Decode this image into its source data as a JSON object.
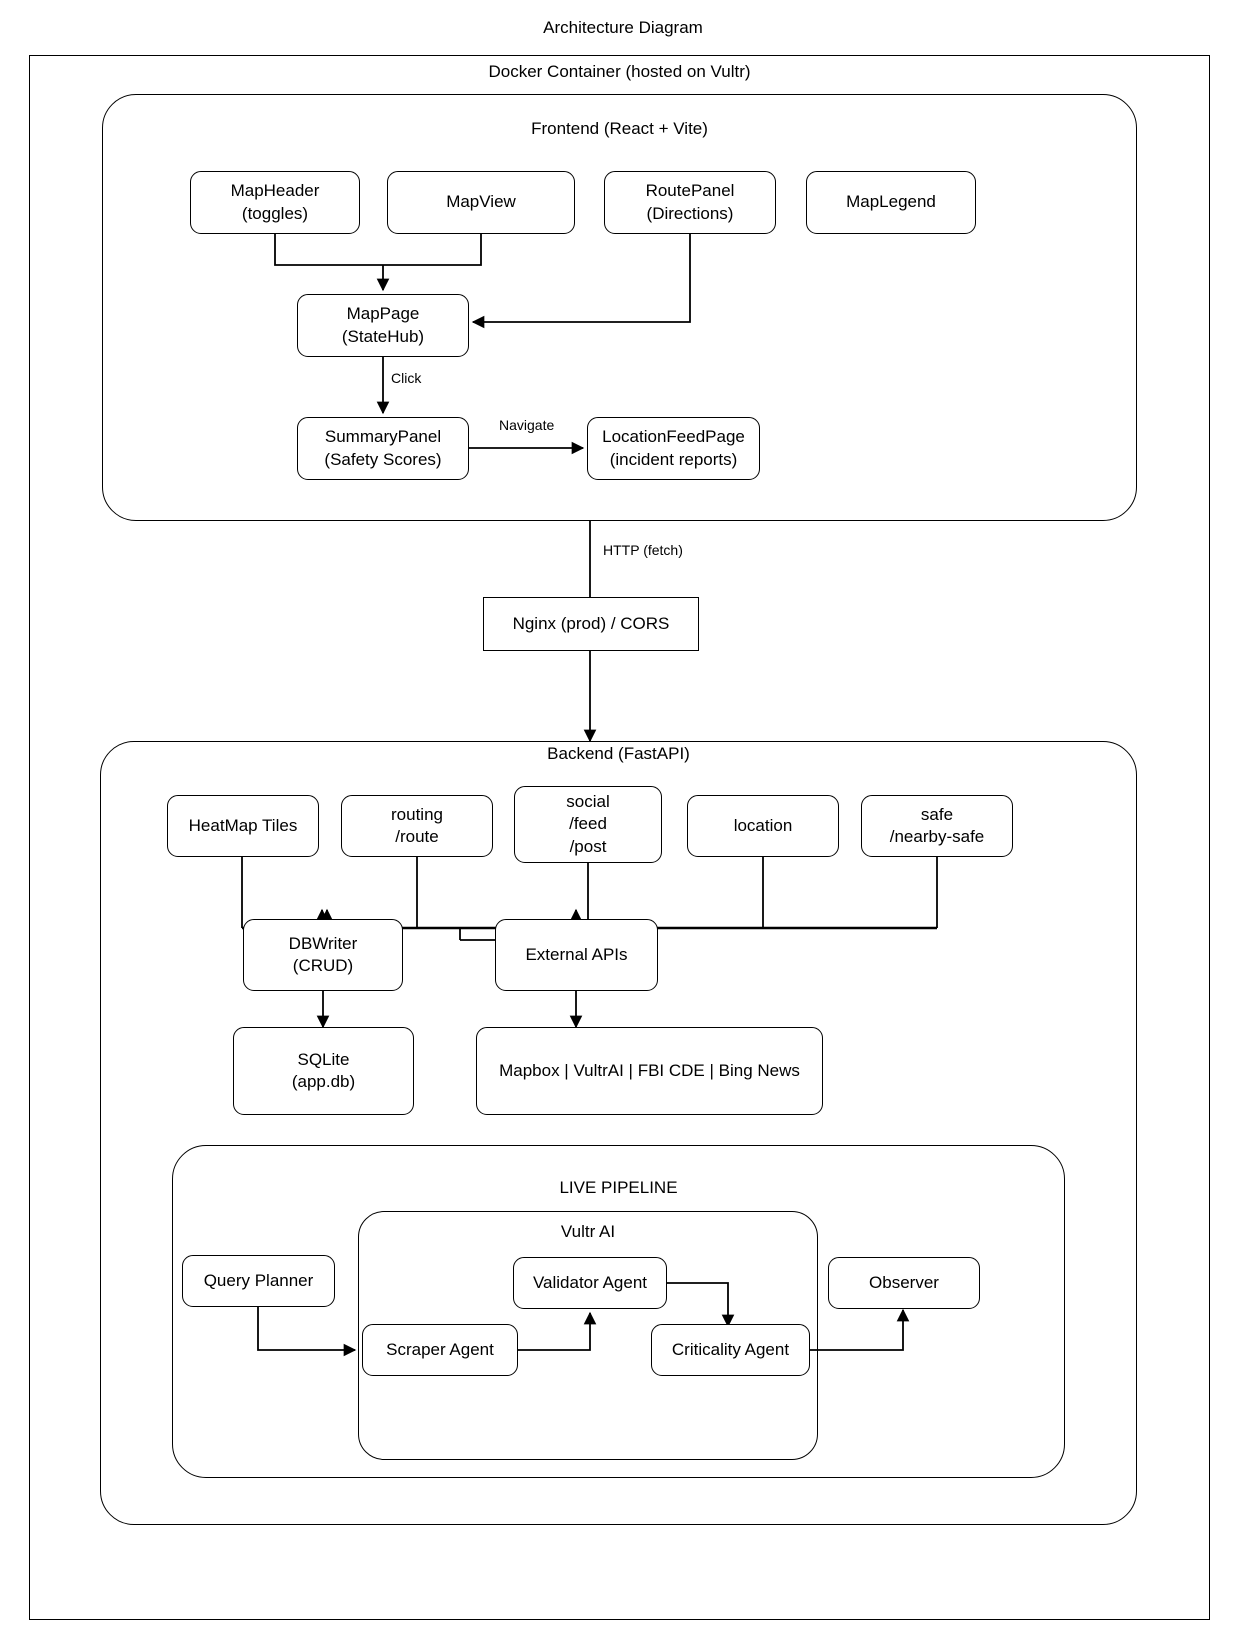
{
  "diagram": {
    "title": "Architecture Diagram",
    "type": "architecture-flowchart"
  },
  "containers": {
    "docker": {
      "label": "Docker Container (hosted on Vultr)"
    },
    "frontend": {
      "label": "Frontend (React + Vite)"
    },
    "backend": {
      "label": "Backend (FastAPI)"
    },
    "live_pipeline": {
      "label": "LIVE PIPELINE"
    },
    "vultr_ai": {
      "label": "Vultr AI"
    }
  },
  "nodes": {
    "map_header": {
      "line1": "MapHeader",
      "line2": "(toggles)"
    },
    "map_view": {
      "line1": "MapView",
      "line2": ""
    },
    "route_panel": {
      "line1": "RoutePanel",
      "line2": "(Directions)"
    },
    "map_legend": {
      "line1": "MapLegend",
      "line2": ""
    },
    "map_page": {
      "line1": "MapPage",
      "line2": "(StateHub)"
    },
    "summary_panel": {
      "line1": "SummaryPanel",
      "line2": "(Safety Scores)"
    },
    "location_feed_page": {
      "line1": "LocationFeedPage",
      "line2": "(incident reports)"
    },
    "nginx": {
      "line1": "Nginx (prod) / CORS",
      "line2": ""
    },
    "heatmap_tiles": {
      "line1": "HeatMap Tiles",
      "line2": ""
    },
    "routing": {
      "line1": "routing",
      "line2": "/route"
    },
    "social": {
      "line1": "social",
      "line2": "/feed",
      "line3": "/post"
    },
    "location": {
      "line1": "location",
      "line2": ""
    },
    "safe": {
      "line1": "safe",
      "line2": "/nearby-safe"
    },
    "dbwriter": {
      "line1": "DBWriter",
      "line2": "(CRUD)"
    },
    "external_apis": {
      "line1": "External APIs",
      "line2": ""
    },
    "sqlite": {
      "line1": "SQLite",
      "line2": "(app.db)"
    },
    "external_list": {
      "line1": "Mapbox | VultrAI | FBI CDE | Bing News",
      "line2": ""
    },
    "query_planner": {
      "line1": "Query Planner",
      "line2": ""
    },
    "scraper_agent": {
      "line1": "Scraper Agent",
      "line2": ""
    },
    "validator_agent": {
      "line1": "Validator Agent",
      "line2": ""
    },
    "criticality_agent": {
      "line1": "Criticality Agent",
      "line2": ""
    },
    "observer": {
      "line1": "Observer",
      "line2": ""
    }
  },
  "edge_labels": {
    "click": "Click",
    "navigate": "Navigate",
    "http_fetch": "HTTP (fetch)"
  },
  "colors": {
    "stroke": "#000000",
    "fill": "#ffffff",
    "text": "#000000"
  }
}
